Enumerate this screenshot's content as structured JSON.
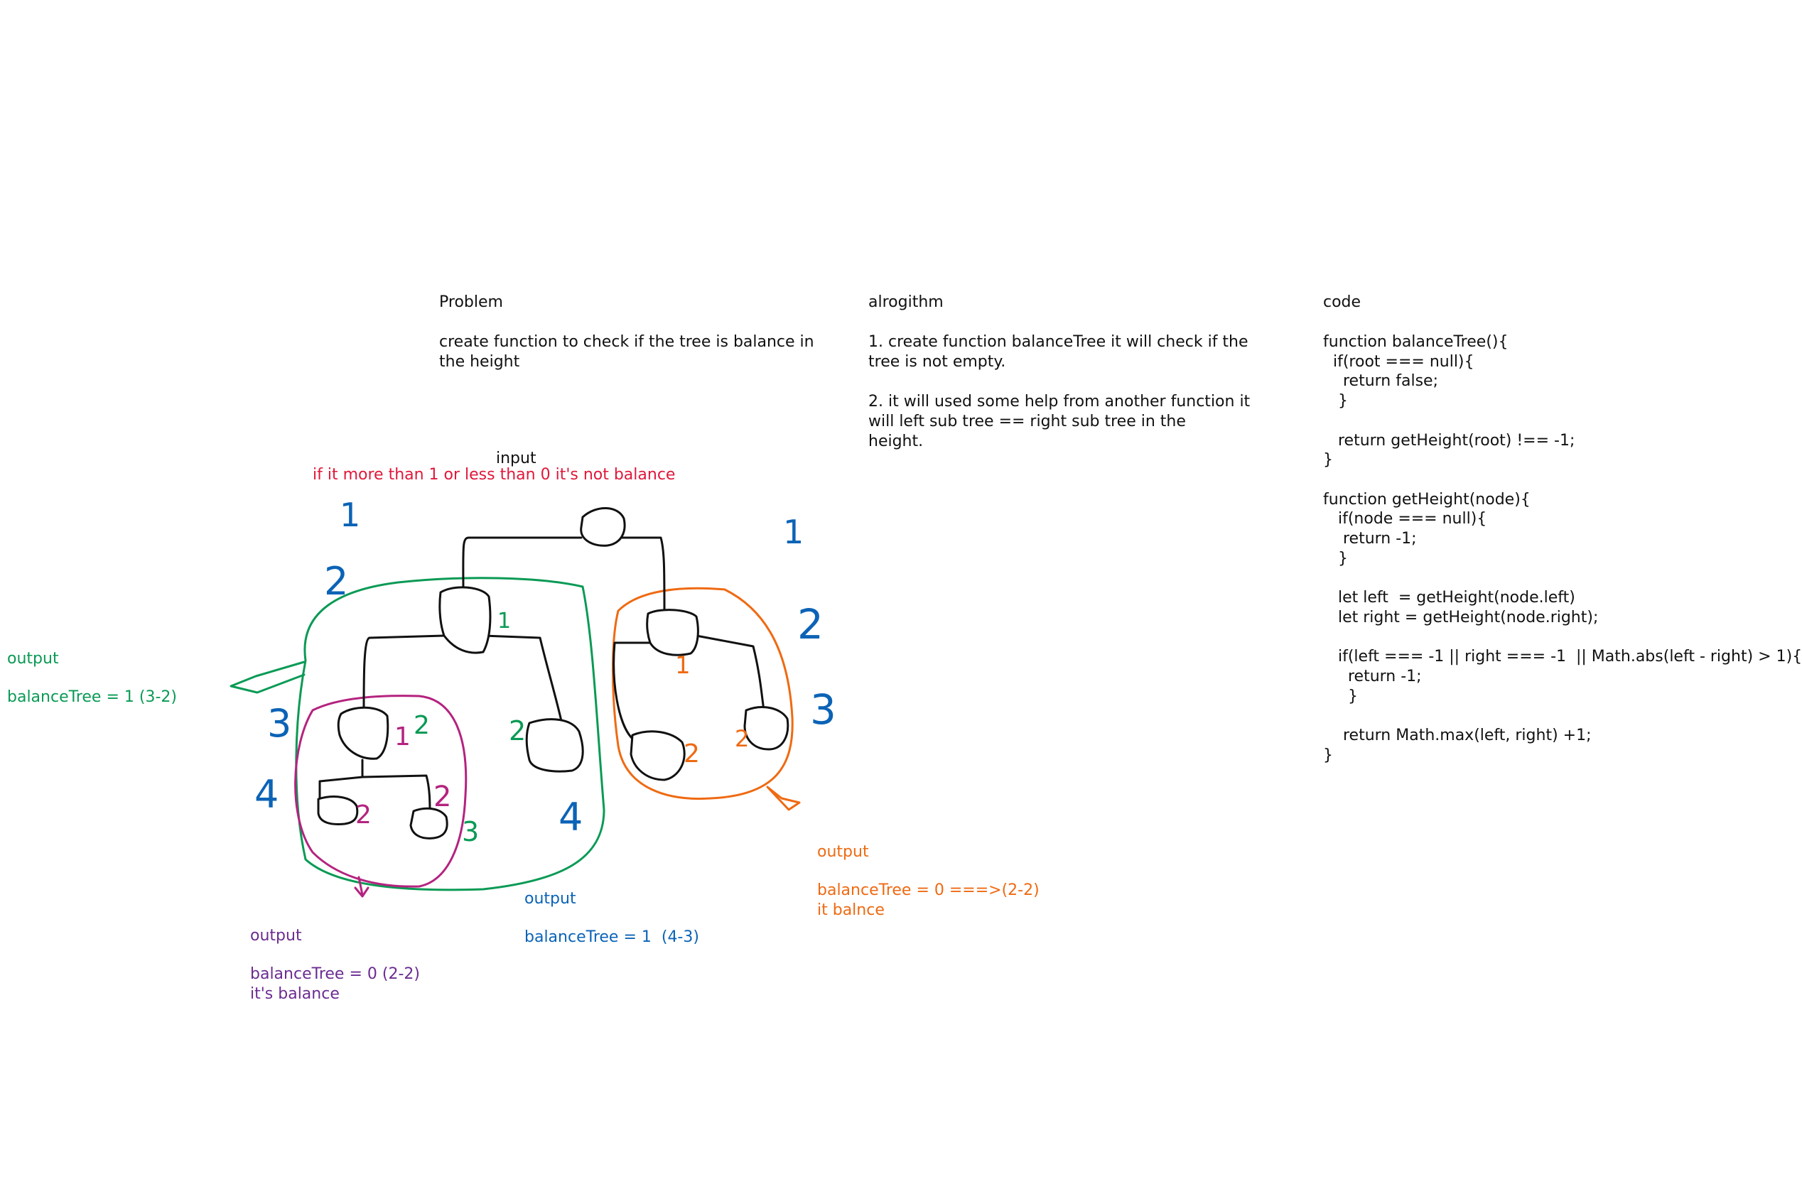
{
  "problem": {
    "heading": "Problem",
    "text": "create function to check if the tree is balance in\nthe height"
  },
  "algorithm": {
    "heading": "alrogithm",
    "step1": "1. create function balanceTree it will check if the\ntree is not empty.",
    "step2": "2. it will used some help from another function it\nwill left sub tree == right sub tree in the\nheight."
  },
  "code": {
    "heading": "code",
    "text": "function balanceTree(){\n  if(root === null){\n    return false;\n   }\n\n   return getHeight(root) !== -1;\n}\n\nfunction getHeight(node){\n   if(node === null){\n    return -1;\n   }\n\n   let left  = getHeight(node.left)\n   let right = getHeight(node.right);\n\n   if(left === -1 || right === -1  || Math.abs(left - right) > 1){\n     return -1;\n     }\n\n    return Math.max(left, right) +1;\n}"
  },
  "input": {
    "label": "input",
    "note": "if it more than 1 or less than 0 it's not balance"
  },
  "outputs": {
    "green": {
      "label": "output",
      "value": "balanceTree = 1 (3-2)"
    },
    "purple": {
      "label": "output",
      "value": "balanceTree = 0 (2-2)\nit's balance"
    },
    "blue": {
      "label": "output",
      "value": "balanceTree = 1  (4-3)"
    },
    "orange": {
      "label": "output",
      "value": "balanceTree = 0 ===>(2-2)\nit balnce"
    }
  },
  "annotations": {
    "level1_left": "1",
    "level2_left": "2",
    "level3_left": "3",
    "level4_left": "4",
    "level1_right": "1",
    "level2_right": "2",
    "level3_right": "3",
    "left_child_count": "1",
    "purple_1": "1",
    "purple_2a": "2",
    "purple_2b": "2",
    "green_2": "2",
    "green_2b": "2",
    "green_3": "3",
    "blue_4": "4",
    "orange_1": "1",
    "orange_2a": "2",
    "orange_2b": "2"
  },
  "colors": {
    "green": "#0a9a55",
    "blue": "#0b63b6",
    "purple": "#6b2c91",
    "magenta": "#b4237f",
    "orange": "#ef6a12",
    "red": "#e0183a",
    "ink": "#111111"
  }
}
